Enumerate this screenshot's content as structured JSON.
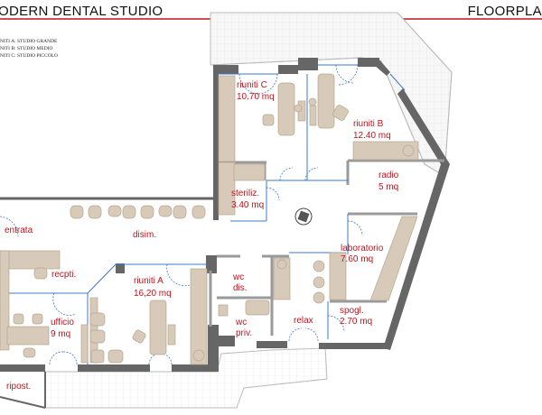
{
  "header": {
    "title": "ODERN DENTAL STUDIO",
    "right_title": "FLOORPLA",
    "accent_color": "#c0141c"
  },
  "legend": [
    "NITI A: STUDIO GRANDE",
    "NITI B: STUDIO MEDIO",
    "NITI C: STUDIO PICCOLO"
  ],
  "rooms": {
    "riuniti_c": {
      "name": "riuniti C",
      "area": "10.70 mq"
    },
    "riuniti_b": {
      "name": "riuniti B",
      "area": "12.40 mq"
    },
    "radio": {
      "name": "radio",
      "area": "5 mq"
    },
    "steriliz": {
      "name": "steriliz.",
      "area": "3.40 mq"
    },
    "entrata": {
      "name": "entrata"
    },
    "disim": {
      "name": "disim."
    },
    "recpti": {
      "name": "recpti."
    },
    "riuniti_a": {
      "name": "riuniti A",
      "area": "16,20 mq"
    },
    "wc_dis": {
      "name": "wc",
      "name2": "dis."
    },
    "laboratorio": {
      "name": "laboratorio",
      "area": "7.60 mq"
    },
    "ufficio": {
      "name": "ufficio",
      "area": "9 mq"
    },
    "wc_priv": {
      "name": "wc",
      "name2": "priv."
    },
    "relax": {
      "name": "relax"
    },
    "spogl": {
      "name": "spogl.",
      "area": "2.70 mq"
    },
    "ripost": {
      "name": "ripost."
    }
  }
}
